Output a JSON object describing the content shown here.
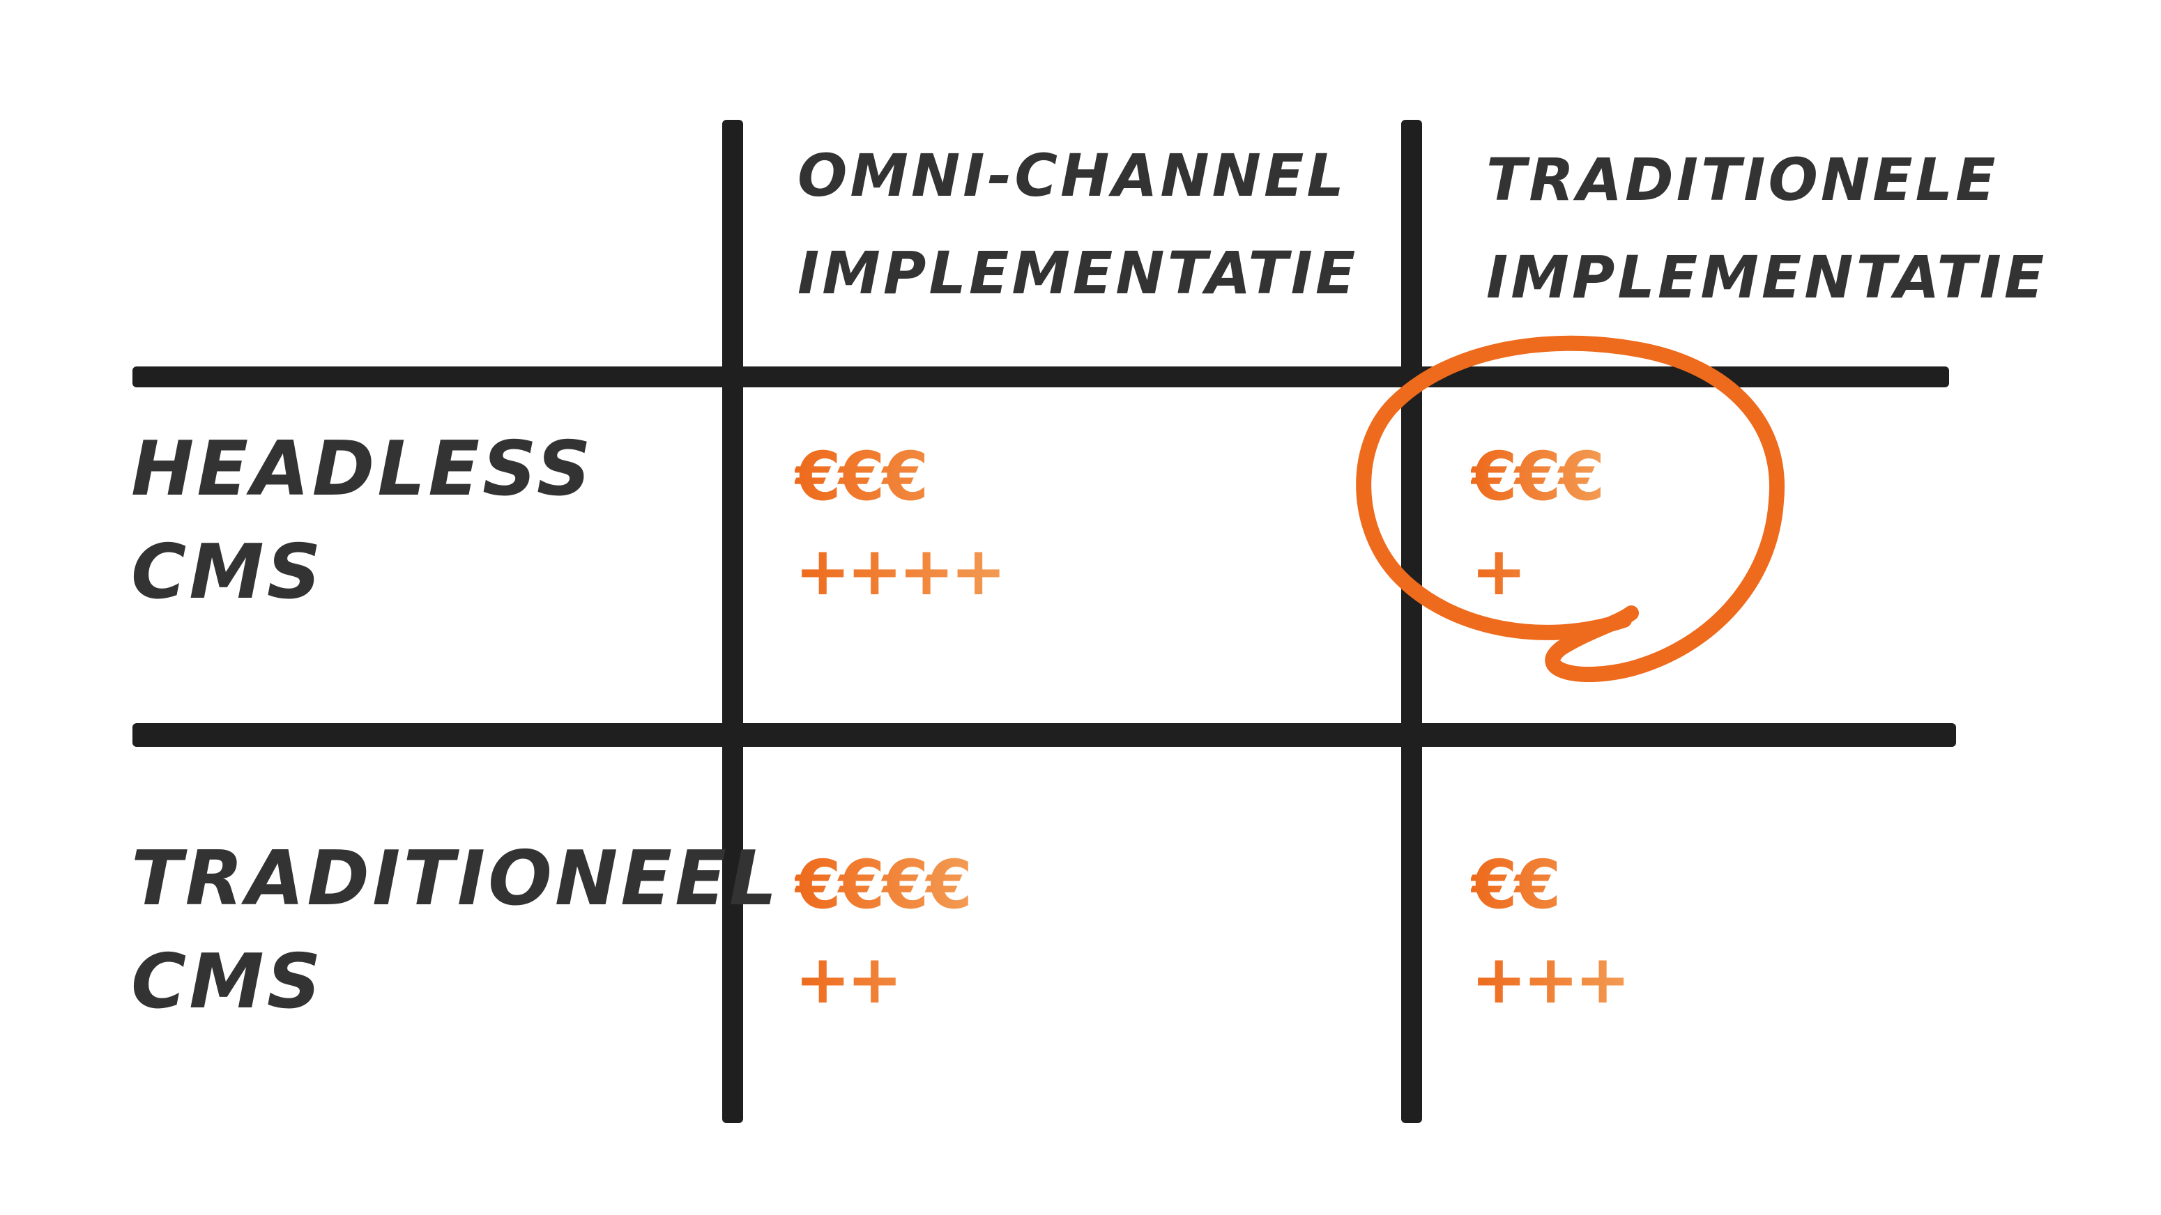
{
  "columns": [
    {
      "line1": "Omni-Channel",
      "line2": "implementatie"
    },
    {
      "line1": "Traditionele",
      "line2": "implementatie"
    }
  ],
  "rows": [
    {
      "line1": "Headless",
      "line2": "CMS"
    },
    {
      "line1": "Traditioneel",
      "line2": "CMS"
    }
  ],
  "cells": {
    "r0c0": {
      "cost": "€€€",
      "benefit": "++++"
    },
    "r0c1": {
      "cost": "€€€",
      "benefit": "+"
    },
    "r1c0": {
      "cost": "€€€€",
      "benefit": "++"
    },
    "r1c1": {
      "cost": "€€",
      "benefit": "+++"
    }
  },
  "highlight": {
    "cell": "r0c1",
    "color": "#ee6a1c"
  },
  "colors": {
    "ink": "#333333",
    "grid": "#1f1f1f",
    "accent": "#ee6a1c",
    "accent_light": "#f39a52"
  }
}
